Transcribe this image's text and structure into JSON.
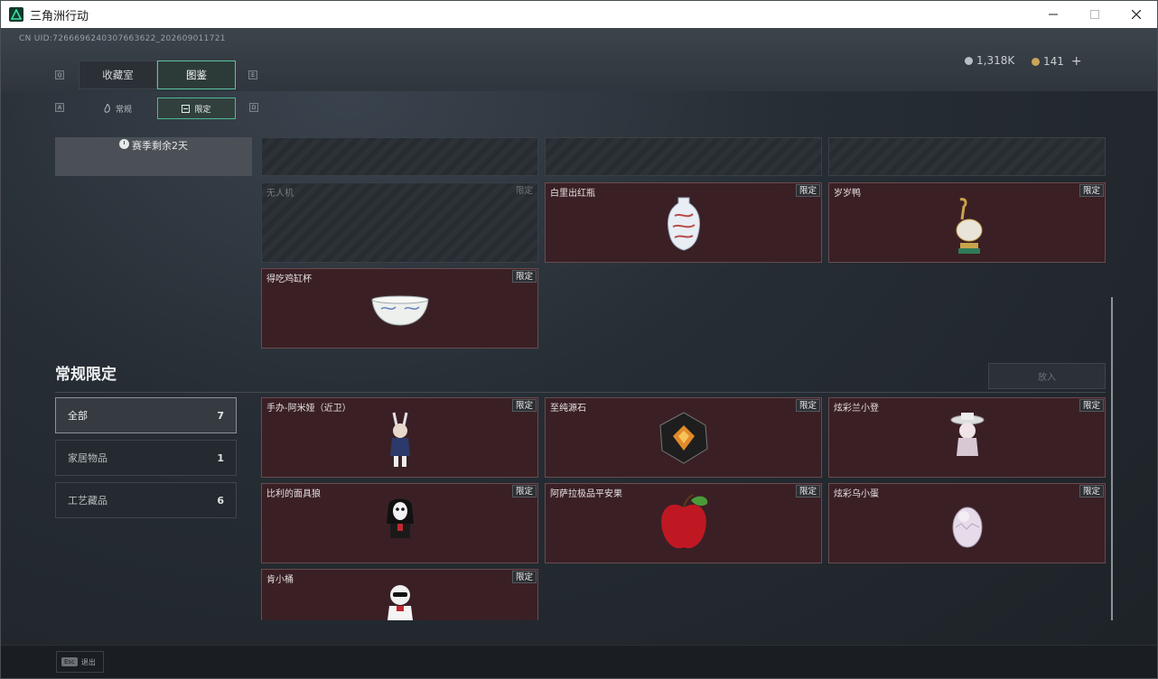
{
  "window": {
    "title": "三角洲行动"
  },
  "header": {
    "uid": "CN UID:7266696240307663622_202609011721",
    "currency": [
      {
        "value": "1,318K",
        "color": "#b8bec4"
      },
      {
        "value": "141",
        "color": "#c9a45a"
      }
    ]
  },
  "tabs": {
    "left_key": "Q",
    "right_key": "E",
    "items": [
      {
        "label": "收藏室"
      },
      {
        "label": "图鉴"
      }
    ]
  },
  "subtabs": {
    "left_key": "A",
    "right_key": "D",
    "items": [
      {
        "label": "常规"
      },
      {
        "label": "限定"
      }
    ]
  },
  "season": {
    "label": "赛季剩余2天"
  },
  "top_cards": [
    {
      "name": "无人机",
      "tag": "限定",
      "locked": true
    },
    {
      "name": "白里出红瓶",
      "tag": "限定",
      "locked": false
    },
    {
      "name": "岁岁鸭",
      "tag": "限定",
      "locked": false
    },
    {
      "name": "得吃鸡缸杯",
      "tag": "限定",
      "locked": false
    }
  ],
  "section": {
    "title": "常规限定",
    "put_in_label": "放入"
  },
  "categories": [
    {
      "label": "全部",
      "count": "7"
    },
    {
      "label": "家居物品",
      "count": "1"
    },
    {
      "label": "工艺藏品",
      "count": "6"
    }
  ],
  "items": [
    {
      "name": "手办-阿米娅（近卫）",
      "tag": "限定"
    },
    {
      "name": "至纯源石",
      "tag": "限定"
    },
    {
      "name": "炫彩兰小登",
      "tag": "限定"
    },
    {
      "name": "比利的面具狼",
      "tag": "限定"
    },
    {
      "name": "阿萨拉极品平安果",
      "tag": "限定"
    },
    {
      "name": "炫彩乌小蛋",
      "tag": "限定"
    },
    {
      "name": "肯小桶",
      "tag": "限定"
    }
  ],
  "footer": {
    "key": "Esc",
    "label": "退出"
  },
  "colors": {
    "accent": "#59c4a4",
    "card_bg": "#3a2025"
  }
}
